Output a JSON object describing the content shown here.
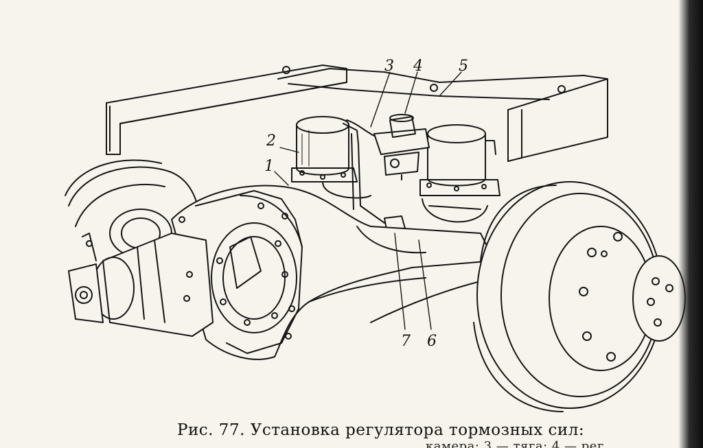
{
  "figure": {
    "caption_line1": "Рис. 77. Установка регулятора тормозных сил:",
    "caption_line2": "камера; 3 — тяга; 4 — рег",
    "callouts": [
      {
        "id": "1",
        "label": "1"
      },
      {
        "id": "2",
        "label": "2"
      },
      {
        "id": "3",
        "label": "3"
      },
      {
        "id": "4",
        "label": "4"
      },
      {
        "id": "5",
        "label": "5"
      },
      {
        "id": "6",
        "label": "6"
      },
      {
        "id": "7",
        "label": "7"
      }
    ]
  }
}
